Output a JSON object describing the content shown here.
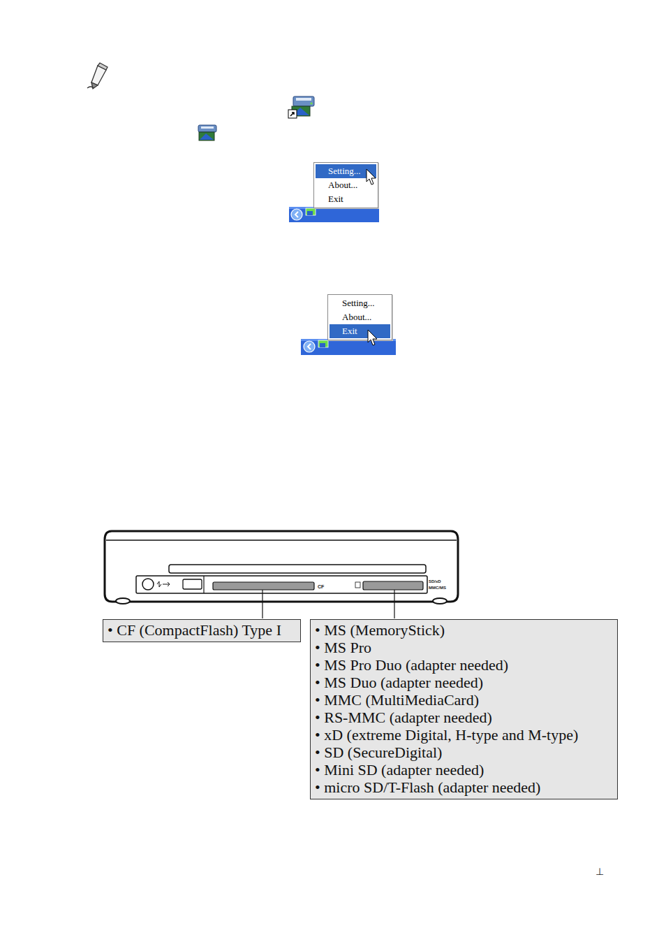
{
  "diagram": {
    "nodes": [
      {
        "text": [
          "Setting...",
          "About...",
          "Exit"
        ]
      },
      {
        "text": [
          "Setting...",
          "About...",
          "Exit"
        ]
      },
      {
        "text": [
          "• CF (CompactFlash) Type I"
        ]
      },
      {
        "text": [
          "• MS (MemoryStick)",
          "• MS Pro",
          "• MS Pro Duo (adapter needed)",
          "• MS Duo (adapter needed)",
          "• MMC (MultiMediaCard)",
          "• RS-MMC (adapter needed)",
          "• xD (extreme Digital, H-type and M-type)",
          "• SD (SecureDigital)",
          "• Mini SD (adapter needed)",
          "• micro SD/T-Flash (adapter needed)"
        ]
      }
    ],
    "labels": [
      "CF",
      "SD/xD",
      "MMC/MS",
      "⊥"
    ]
  }
}
